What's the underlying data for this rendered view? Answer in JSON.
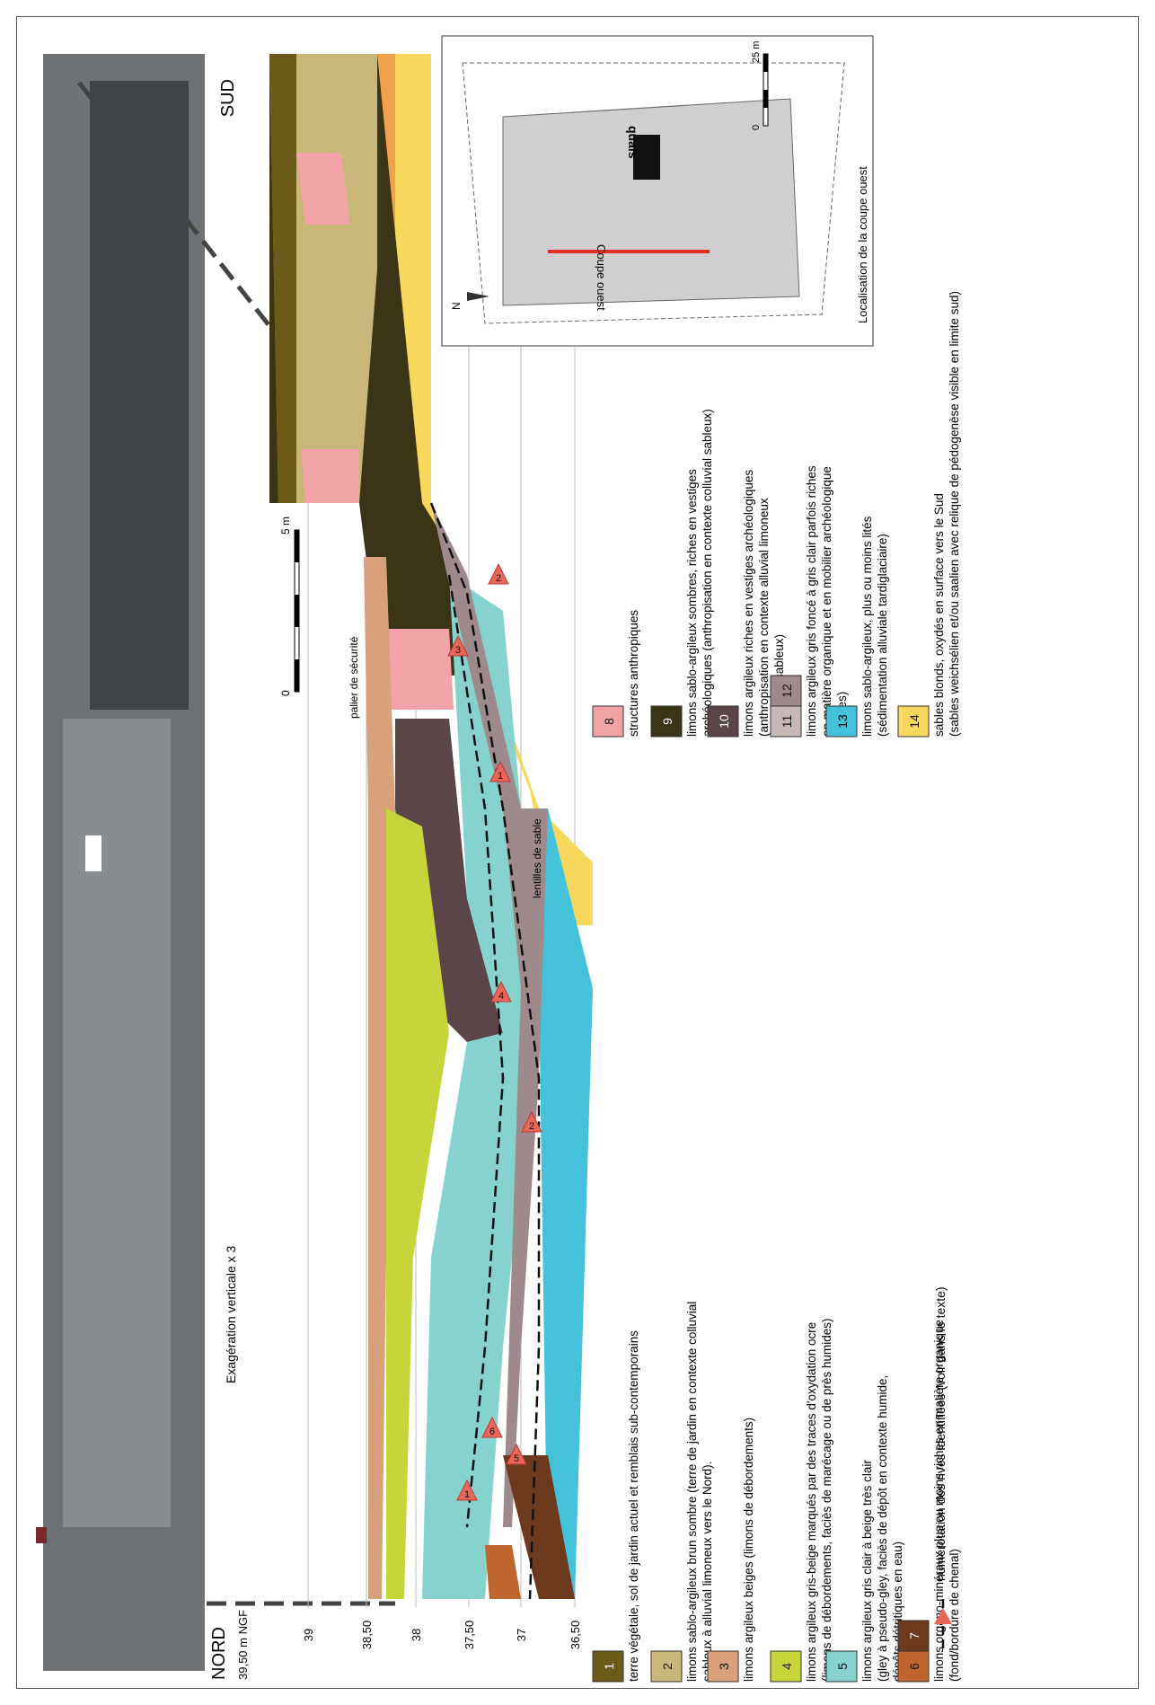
{
  "labels": {
    "nord": "NORD",
    "sud": "SUD",
    "altitude_unit": "39,50 m NGF",
    "exaggeration": "Exagération verticale x 3",
    "palier": "palier de sécurité",
    "lentilles": "lentilles de sable",
    "scale_zero": "0",
    "scale_five": "5 m"
  },
  "axis_ticks": [
    "39",
    "38,50",
    "38",
    "37,50",
    "37",
    "36,50"
  ],
  "inset": {
    "title": "Localisation de la coupe ouest",
    "quais": "quais",
    "coupe": "Coupe ouest",
    "north": "N",
    "scale_zero": "0",
    "scale_25": "25 m"
  },
  "legend": [
    {
      "ids": [
        "1"
      ],
      "colors": [
        "#6b5a1a"
      ],
      "text": [
        "terre végétale, sol de jardin actuel et remblais sub-contemporains"
      ]
    },
    {
      "ids": [
        "2"
      ],
      "colors": [
        "#c9b77a"
      ],
      "text": [
        "limons sablo-argileux brun sombre (terre de jardin en contexte colluvial",
        "sableux à alluvial limoneux vers le Nord)."
      ]
    },
    {
      "ids": [
        "3"
      ],
      "colors": [
        "#d9a07c"
      ],
      "text": [
        "limons argileux beiges (limons de débordements)"
      ]
    },
    {
      "ids": [
        "4"
      ],
      "colors": [
        "#c6d63a"
      ],
      "text": [
        "limons argileux gris-beige marqués par des traces d'oxydation ocre",
        "(limons de débordements, faciès de marécage ou de près humides)"
      ]
    },
    {
      "ids": [
        "5"
      ],
      "colors": [
        "#86d2cc"
      ],
      "text": [
        "limons argileux gris clair à beige très clair",
        "(gley à pseudo-gley, faciès de dépôt en contexte humide,",
        "dépôts détritiques en eau)"
      ]
    },
    {
      "ids": [
        "6",
        "7"
      ],
      "colors": [
        "#c0652d",
        "#6e3a1e"
      ],
      "text": [
        "limons organo-minéraux plus ou moins riches en matière organique",
        "(fond/bordure de chenal)"
      ]
    },
    {
      "ids": [
        "8"
      ],
      "colors": [
        "#f2a3a8"
      ],
      "text": [
        "structures anthropiques"
      ]
    },
    {
      "ids": [
        "9"
      ],
      "colors": [
        "#3b3517"
      ],
      "text": [
        "limons sablo-argileux sombres, riches en vestiges",
        "archéologiques (anthropisation en contexte colluvial sableux)"
      ]
    },
    {
      "ids": [
        "10"
      ],
      "colors": [
        "#5a4549"
      ],
      "text": [
        "limons argileux riches en vestiges archéologiques",
        "(anthropisation en contexte alluvial limoneux",
        "à colluvial sableux)"
      ]
    },
    {
      "ids": [
        "11",
        "12"
      ],
      "colors": [
        "#c7b8b8",
        "#9e8a8c"
      ],
      "text": [
        "limons argileux gris foncé à gris clair parfois riches",
        "en matière organique et en mobilier archéologique",
        "(berges)"
      ]
    },
    {
      "ids": [
        "13"
      ],
      "colors": [
        "#44c2dc"
      ],
      "text": [
        "limons sablo-argileux, plus ou moins lités",
        "(sédimentation alluviale tardiglaciaire)"
      ]
    },
    {
      "ids": [
        "14"
      ],
      "colors": [
        "#f7d85c"
      ],
      "text": [
        "sables blonds, oxydés en surface vers le Sud",
        "(sables weichsélien et/ou saalien avec relique de pédogenèse visible en limite sud)"
      ]
    }
  ],
  "rive_legend": {
    "text": "numérotation des rives identifiées (voir dans le texte)"
  },
  "rive_markers": [
    "1",
    "6",
    "5",
    "2",
    "4",
    "1",
    "3",
    "2"
  ]
}
